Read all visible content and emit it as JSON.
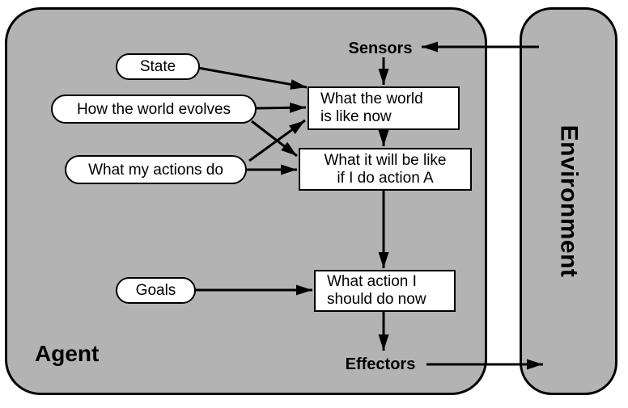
{
  "colors": {
    "panel_fill": "#b3b3b3",
    "node_fill": "#ffffff",
    "line": "#000000"
  },
  "agent": {
    "label": "Agent"
  },
  "environment": {
    "label": "Environment"
  },
  "io": {
    "sensors": "Sensors",
    "effectors": "Effectors"
  },
  "ovals": {
    "state": "State",
    "evolves": "How the world evolves",
    "actions": "What my actions do",
    "goals": "Goals"
  },
  "boxes": {
    "world_now": {
      "line1": "What the world",
      "line2": "is like now"
    },
    "prediction": {
      "line1": "What it will be like",
      "line2": "if I do action A"
    },
    "action": {
      "line1": "What action I",
      "line2": "should do now"
    }
  }
}
